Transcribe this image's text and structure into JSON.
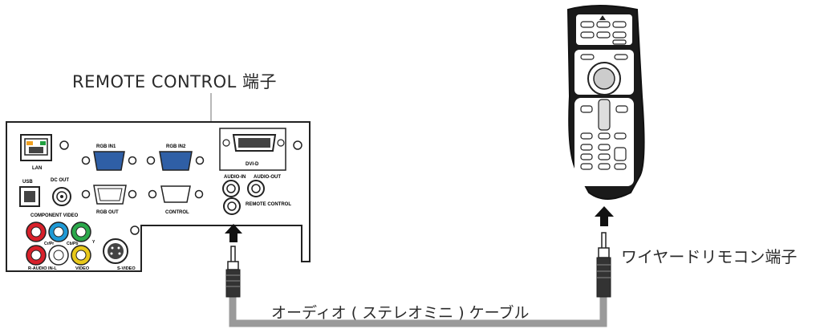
{
  "labels": {
    "remote_control_terminal": "REMOTE CONTROL 端子",
    "wired_remote_terminal": "ワイヤードリモコン端子",
    "cable": "オーディオ ( ステレオミニ ) ケーブル"
  },
  "panel": {
    "lan": "LAN",
    "usb": "USB",
    "dc_out": "DC OUT",
    "rgb_in1": "RGB IN1",
    "rgb_in2": "RGB IN2",
    "rgb_out": "RGB OUT",
    "control": "CONTROL",
    "dvi_d": "DVI-D",
    "audio_in": "AUDIO-IN",
    "audio_out": "AUDIO-OUT",
    "remote_control": "REMOTE CONTROL",
    "component_video": "COMPONENT VIDEO",
    "y": "Y",
    "cb_pb": "Cb/Pb",
    "cr_pr": "Cr/Pr",
    "r_audio_in_l": "R-AUDIO IN-L",
    "video": "VIDEO",
    "s_video": "S-VIDEO"
  },
  "colors": {
    "cable": "#9a9a9a",
    "vga_port": "#2f5fa6",
    "jack_red": "#d8202a",
    "jack_blue": "#1f9ad6",
    "jack_green": "#2aa84a",
    "jack_yellow": "#e8c81a"
  }
}
